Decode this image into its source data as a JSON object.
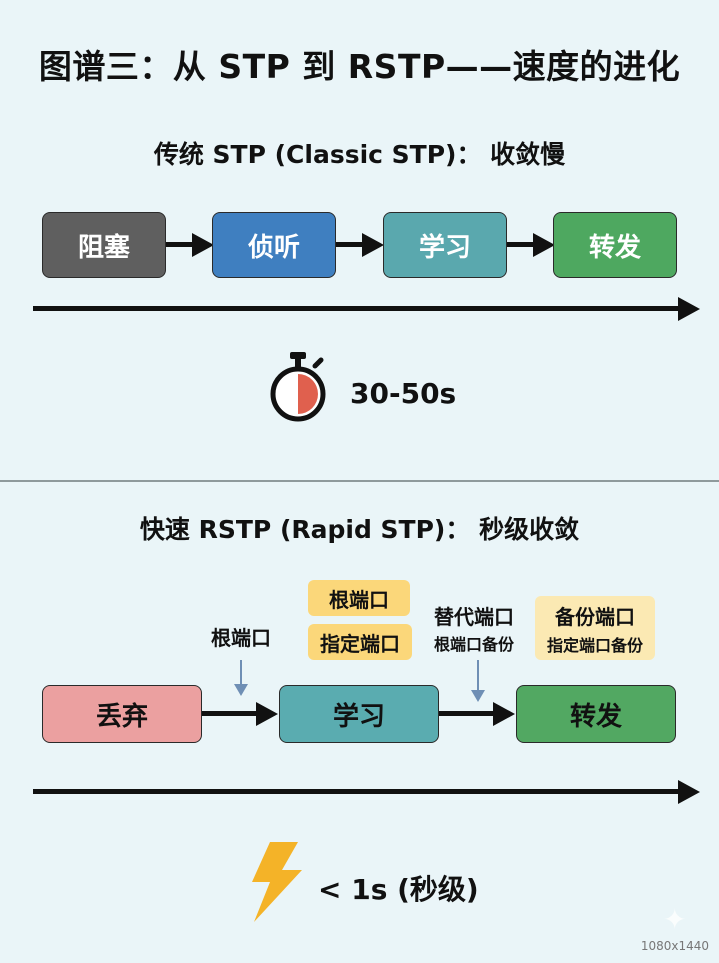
{
  "title": "图谱三：从 STP 到 RSTP——速度的进化",
  "classic": {
    "subtitle": "传统 STP (Classic STP)： 收敛慢",
    "states": [
      {
        "label": "阻塞",
        "color": "#5f5f5f"
      },
      {
        "label": "侦听",
        "color": "#3f7fc0"
      },
      {
        "label": "学习",
        "color": "#5aa8ae"
      },
      {
        "label": "转发",
        "color": "#4ea860"
      }
    ],
    "timer_icon": "stopwatch-icon",
    "time": "30-50s",
    "timer_fill_color": "#e0604e"
  },
  "rapid": {
    "subtitle": "快速 RSTP (Rapid STP)： 秒级收敛",
    "states": [
      {
        "label": "丢弃",
        "color": "#eba0a0"
      },
      {
        "label": "学习",
        "color": "#5aacb0"
      },
      {
        "label": "转发",
        "color": "#52a862"
      }
    ],
    "annotations": {
      "root_port_label": "根端口",
      "learn_tags": [
        "根端口",
        "指定端口"
      ],
      "alternate_port": {
        "title": "替代端口",
        "desc": "根端口备份"
      },
      "backup_port": {
        "title": "备份端口",
        "desc": "指定端口备份"
      }
    },
    "speed_icon": "lightning-icon",
    "time": "< 1s (秒级)",
    "lightning_color": "#f4b328"
  },
  "watermark": "1080x1440",
  "colors": {
    "background": "#eaf5f8",
    "tag": "#fbd77a",
    "tag_pale": "#fbe9b3",
    "pointer_arrow": "#6f8fb5"
  }
}
